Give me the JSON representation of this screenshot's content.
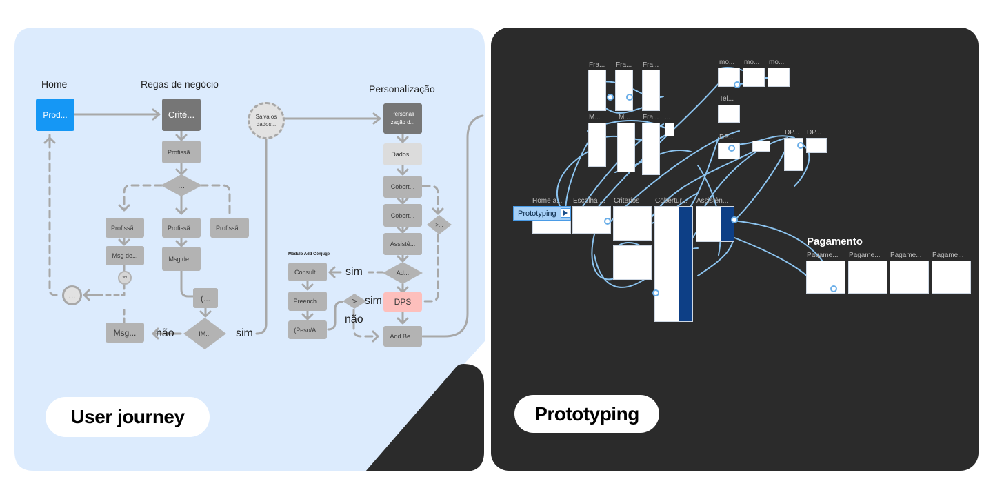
{
  "user_journey": {
    "section_titles": {
      "home": "Home",
      "regras": "Regas de negócio",
      "personalizacao": "Personalização"
    },
    "nodes": {
      "prod": "Prod...",
      "crite": "Crité...",
      "profissa_top": "Profissã...",
      "diamond_main": "...",
      "profissa_left": "Profissã...",
      "profissa_mid": "Profissã...",
      "profissa_right": "Profissã...",
      "msg_left": "Msg de...",
      "msg_mid": "Msg de...",
      "small_circle": "fim",
      "ellipsis_circle": "...",
      "paren": "(...",
      "im_diamond": "IM...",
      "msg_bottom": "Msg...",
      "salva_line1": "Salva os",
      "salva_line2": "dados...",
      "personali_line1": "Personali",
      "personali_line2": "zação d...",
      "dados": "Dados...",
      "cobert1": "Cobert...",
      "cobert2": "Cobert...",
      "assiste": "Assistê...",
      "ad_diamond": "Ad...",
      "gt_diamond": ">...",
      "dps": "DPS",
      "add_be": "Add Be...",
      "gt_small": ">",
      "modulo_title": "Módulo Add Cônjuge",
      "consult": "Consult...",
      "preench": "Preench...",
      "peso": "(Peso/A..."
    },
    "edge_labels": {
      "nao1": "não",
      "sim1": "sim",
      "sim2": "sim",
      "sim3": "sim",
      "nao2": "não"
    },
    "badge": "User journey"
  },
  "prototyping": {
    "frame_labels": {
      "fra1": "Fra...",
      "fra2": "Fra...",
      "fra3": "Fra...",
      "m1": "M...",
      "m2": "M...",
      "fra4": "Fra...",
      "dots": "...",
      "mo1": "mo...",
      "mo2": "mo...",
      "mo3": "mo...",
      "tel": "Tel...",
      "dp1": "DP...",
      "dp2": "DP...",
      "dp3": "DP...",
      "home": "Home a...",
      "escolha": "Escolha ...",
      "criterios": "Criterios",
      "cobertur": "Cobertur...",
      "assisten": "Assistên...",
      "pagamento_title": "Pagamento",
      "pag1": "Pagame...",
      "pag2": "Pagame...",
      "pag3": "Pagame...",
      "pag4": "Pagame..."
    },
    "tooltip": "Prototyping",
    "badge": "Prototyping"
  },
  "colors": {
    "left_bg": "#dcebfd",
    "right_bg": "#2b2b2b",
    "accent_blue": "#1597f5",
    "dark_node": "#767676",
    "grey_node": "#b3b3b3",
    "connector_grey": "#a8a8a8",
    "proto_wire": "#8cc4f0"
  }
}
